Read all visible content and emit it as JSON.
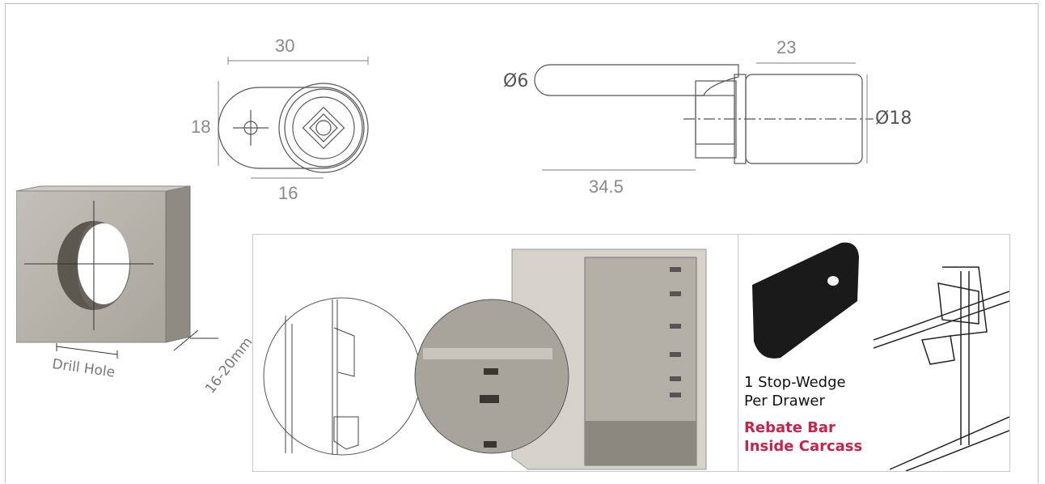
{
  "dimensions": {
    "width_30": "30",
    "height_18": "18",
    "width_16": "16",
    "dia_6": "Ø6",
    "width_23": "23",
    "dia_18": "Ø18",
    "length_34_5": "34.5"
  },
  "drill": {
    "hole_label": "Drill Hole",
    "thickness_label": "16-20mm"
  },
  "stopwedge": {
    "line1": "1 Stop-Wedge",
    "line2": "Per Drawer"
  },
  "rebate": {
    "line1": "Rebate Bar",
    "line2": "Inside Carcass"
  },
  "colors": {
    "accent_red": "#c8244a",
    "dimension_gray": "#8a8a8a",
    "wood": "#b9b4ad"
  }
}
